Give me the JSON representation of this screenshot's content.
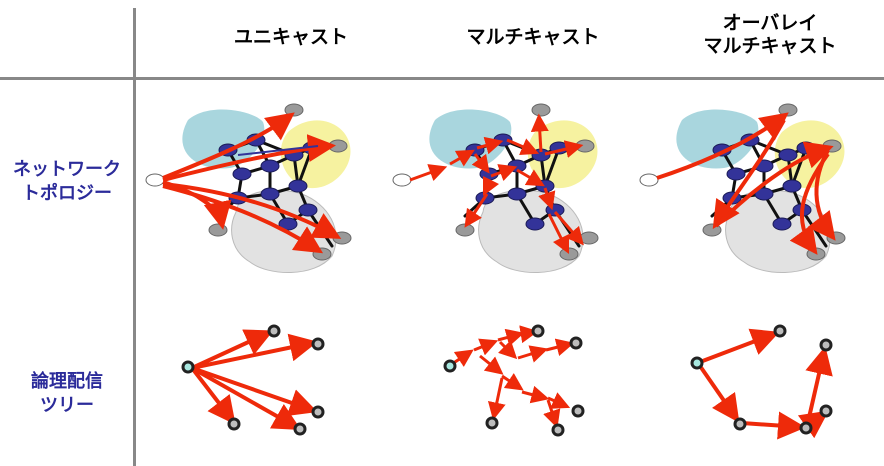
{
  "columns": [
    "ユニキャスト",
    "マルチキャスト",
    "オーバレイ\nマルチキャスト"
  ],
  "rows": [
    "ネットワーク\nトポロジー",
    "論理配信\nツリー"
  ],
  "colors": {
    "arrow": "#ee2a0a",
    "router": "#333399",
    "host": "#9a9a9a",
    "source": "#a8e8e0",
    "row_label": "#2b2b9a",
    "cloud_blue": "#a9d6de",
    "cloud_yellow": "#f6f2a0",
    "cloud_gray": "#e2e2e2"
  }
}
